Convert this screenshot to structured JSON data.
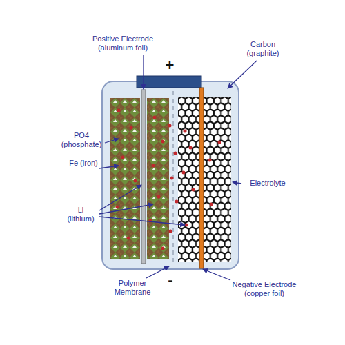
{
  "diagram": {
    "labels": [
      "+",
      "Positive Electrode (aluminum foil)",
      "Carbon (graphite)",
      "PO4 (phosphate)",
      "Fe (iron)",
      "Electrolyte",
      "Li (lithium)",
      "Polymer Membrane",
      "-",
      "Negative Electrode (copper foil)"
    ]
  }
}
